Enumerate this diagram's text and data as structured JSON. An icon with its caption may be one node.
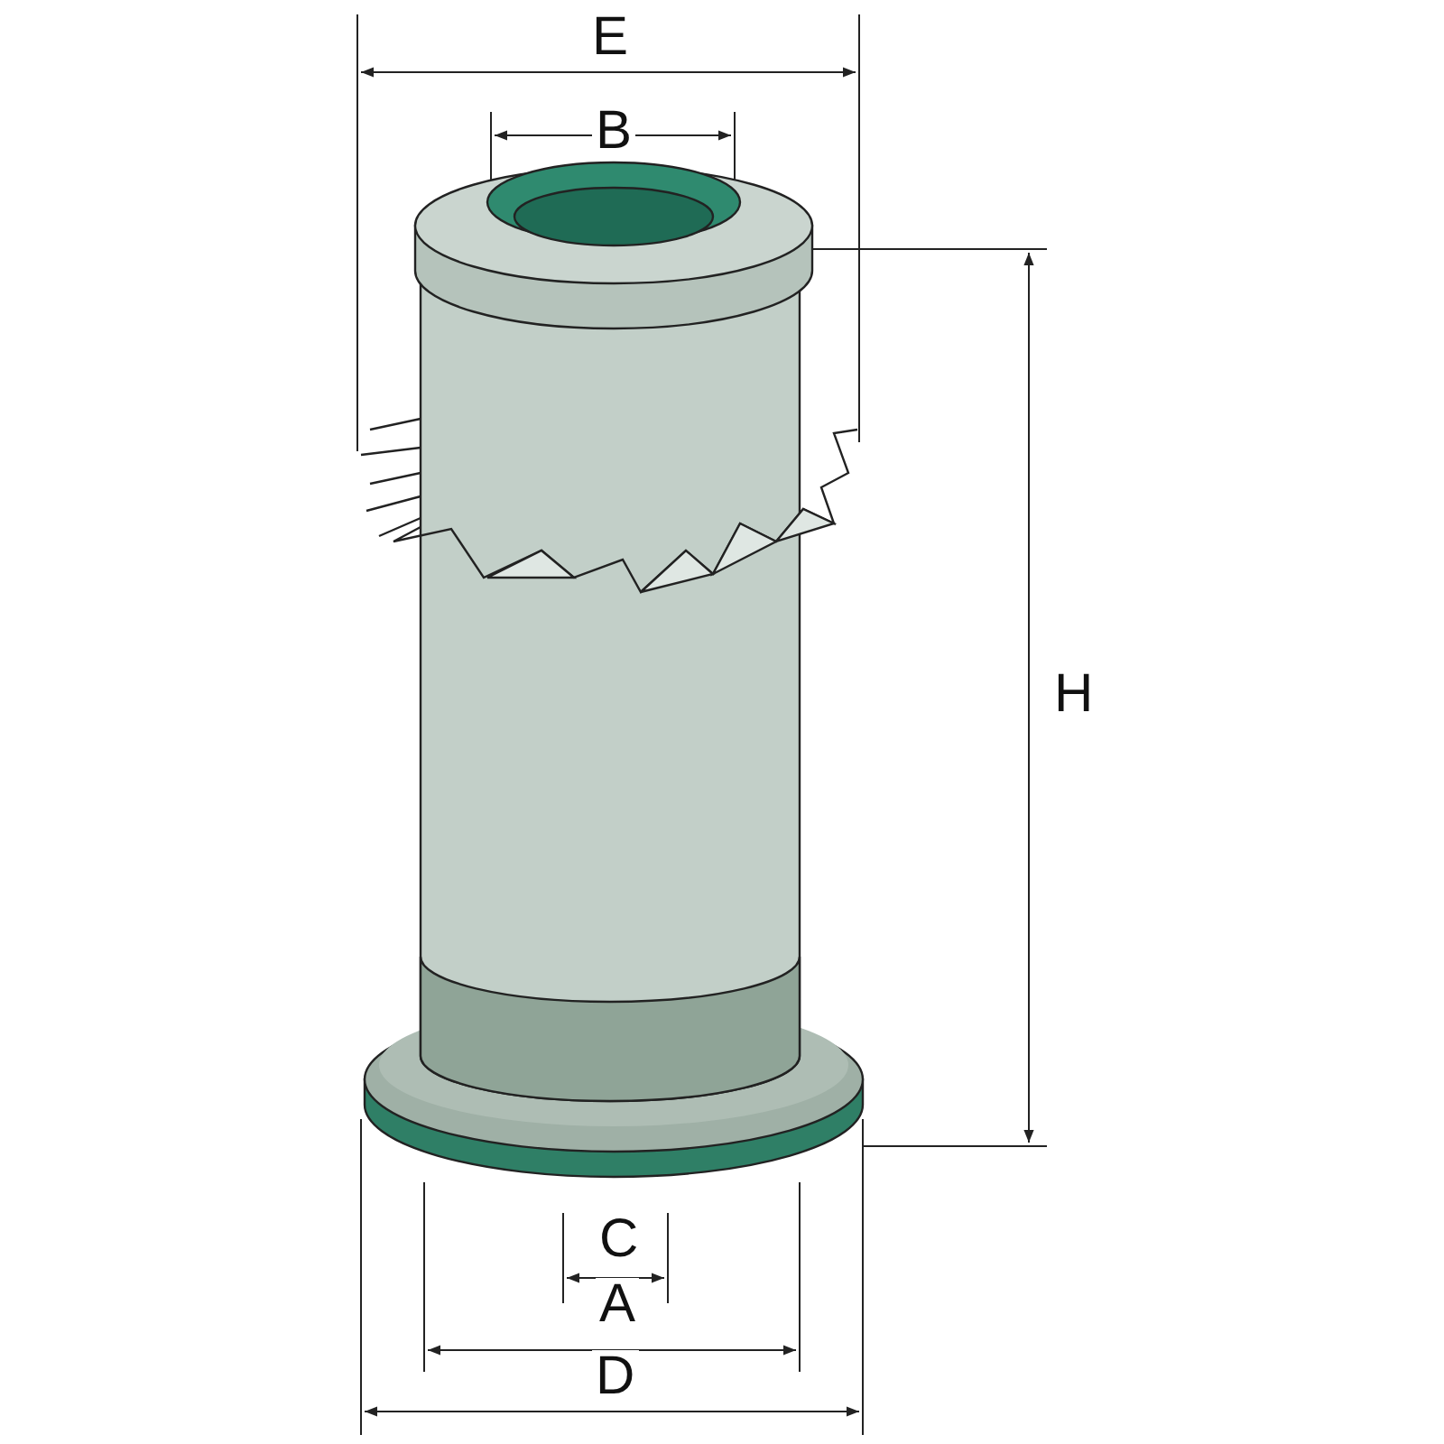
{
  "diagram": {
    "labels": [
      "E",
      "B",
      "H",
      "C",
      "A",
      "D"
    ]
  }
}
